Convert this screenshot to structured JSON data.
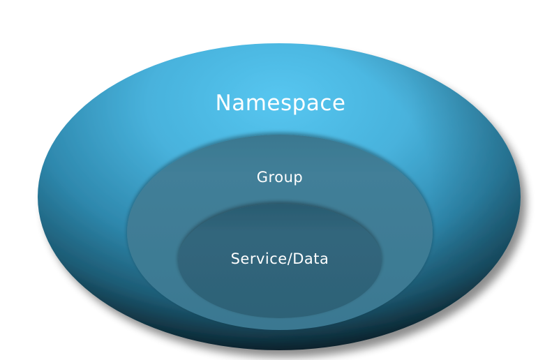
{
  "diagram": {
    "type": "nested-ellipses",
    "layers": [
      {
        "label": "Namespace"
      },
      {
        "label": "Group"
      },
      {
        "label": "Service/Data"
      }
    ]
  },
  "colors": {
    "outer_highlight": "#54c3ee",
    "outer_mid": "#2f8db4",
    "outer_shadow": "#0f2e3c",
    "middle_fill": "#3f7d95",
    "inner_fill": "#2f6277",
    "text": "#ffffff"
  }
}
